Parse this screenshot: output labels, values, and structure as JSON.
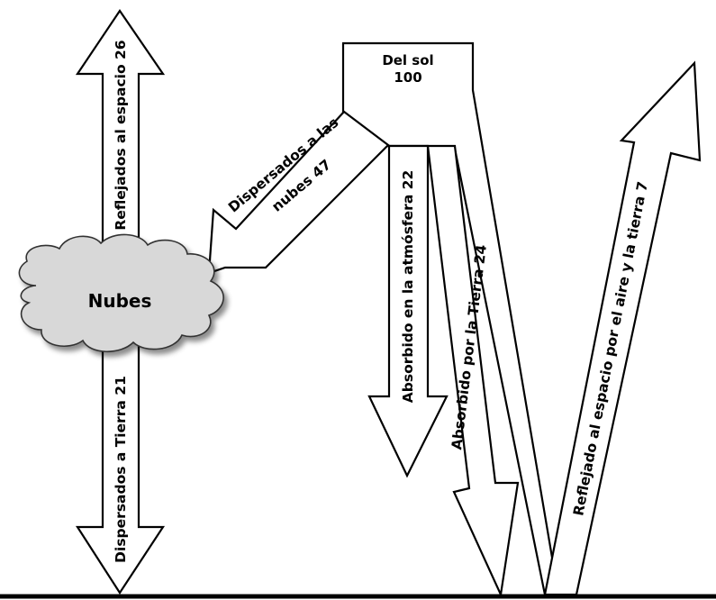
{
  "source": {
    "line1": "Del sol",
    "line2": "100"
  },
  "cloud": {
    "label": "Nubes"
  },
  "labels": {
    "reflected_space": "Reflejados al espacio 26",
    "scattered_earth": "Dispersados a Tierra 21",
    "scattered_clouds_line1": "Dispersados a las",
    "scattered_clouds_line2": "nubes 47",
    "absorbed_atmosphere": "Absorbido en la atmósfera 22",
    "absorbed_earth": "Absorbido por la Tierra 24",
    "reflected_air_earth": "Reflejado al espacio por el aire y la tierra 7"
  }
}
